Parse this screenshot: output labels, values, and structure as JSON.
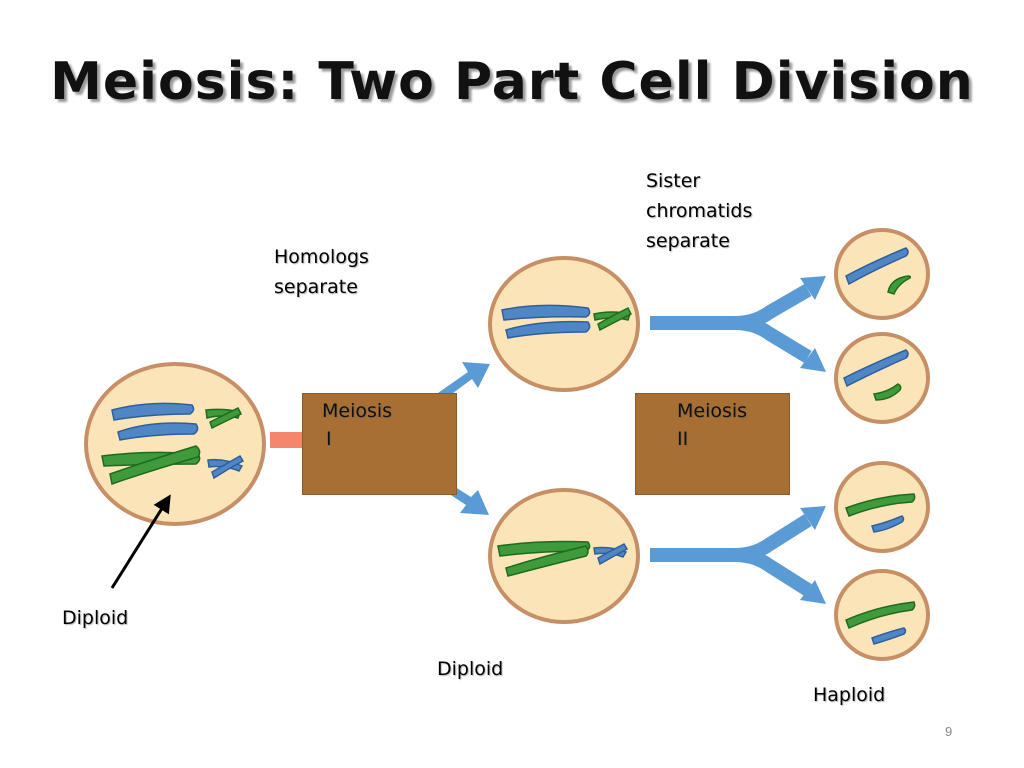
{
  "slide": {
    "title": "Meiosis: Two Part Cell Division",
    "page_number": "9"
  },
  "labels": {
    "homologs_line1": "Homologs",
    "homologs_line2": "separate",
    "sister_line1": "Sister",
    "sister_line2": "chromatids",
    "sister_line3": "separate",
    "diploid_left": "Diploid",
    "diploid_middle": "Diploid",
    "haploid": "Haploid"
  },
  "stages": {
    "meiosis1_line1": "Meiosis",
    "meiosis1_line2": "I",
    "meiosis2_line1": "Meiosis",
    "meiosis2_line2": "II"
  },
  "colors": {
    "cell_fill": "#fbe5b8",
    "cell_border": "#c68f66",
    "chromosome_blue": "#4f86c6",
    "chromosome_green": "#3f9a3b",
    "arrow_blue": "#5b9bd5",
    "box_brown": "#a76f34",
    "connector_salmon": "#f4866c"
  }
}
